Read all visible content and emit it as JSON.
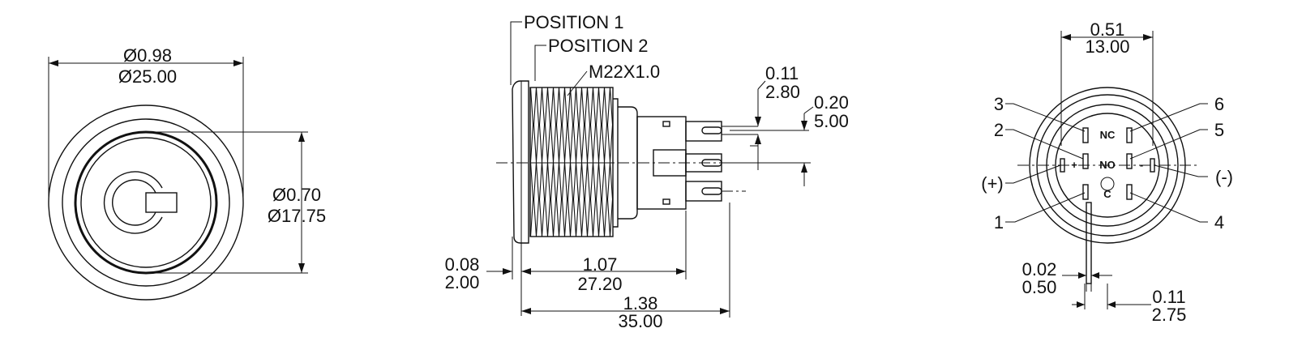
{
  "front_view": {
    "outer_dia_in": "Ø0.98",
    "outer_dia_mm": "Ø25.00",
    "ring_dia_in": "Ø0.70",
    "ring_dia_mm": "Ø17.75",
    "icon": "power-icon"
  },
  "side_view": {
    "position_1": "POSITION 1",
    "position_2": "POSITION 2",
    "thread": "M22X1.0",
    "flange_in": "0.08",
    "flange_mm": "2.00",
    "body_len_in": "1.07",
    "body_len_mm": "27.20",
    "total_len_in": "1.38",
    "total_len_mm": "35.00",
    "terminal_w_in": "0.11",
    "terminal_w_mm": "2.80",
    "terminal_t_in": "0.20",
    "terminal_t_mm": "5.00"
  },
  "rear_view": {
    "pin_spacing_in": "0.51",
    "pin_spacing_mm": "13.00",
    "pin_labels": [
      "1",
      "2",
      "3",
      "4",
      "5",
      "6"
    ],
    "plus_label": "(+)",
    "minus_label": "(-)",
    "nc_label": "NC",
    "no_label": "NO",
    "c_label": "C",
    "plus_sign": "+",
    "minus_sign": "-",
    "pin_thick_in": "0.02",
    "pin_thick_mm": "0.50",
    "pin_width_in": "0.11",
    "pin_width_mm": "2.75"
  }
}
